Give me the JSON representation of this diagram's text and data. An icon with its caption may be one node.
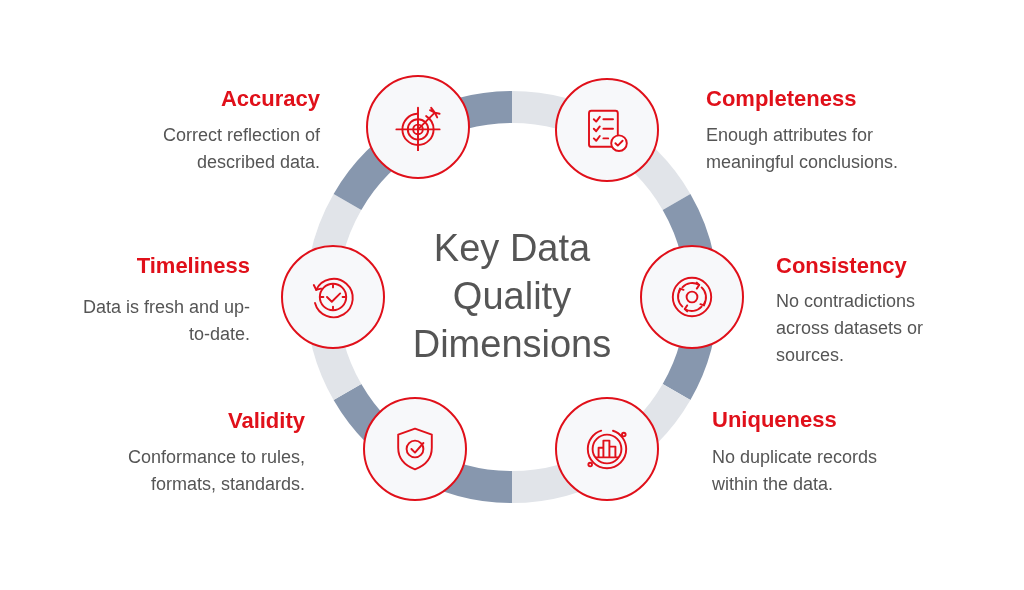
{
  "diagram": {
    "title": "Key Data Quality Dimensions",
    "nodes": [
      {
        "text": [
          "Accuracy",
          "Correct reflection of described data."
        ]
      },
      {
        "text": [
          "Completeness",
          "Enough attributes for meaningful conclusions."
        ]
      },
      {
        "text": [
          "Timeliness",
          "Data is fresh and up-to-date."
        ]
      },
      {
        "text": [
          "Consistency",
          "No contradictions across datasets or sources."
        ]
      },
      {
        "text": [
          "Validity",
          "Conformance to rules, formats, standards."
        ]
      },
      {
        "text": [
          "Uniqueness",
          "No duplicate records within the data."
        ]
      }
    ]
  }
}
